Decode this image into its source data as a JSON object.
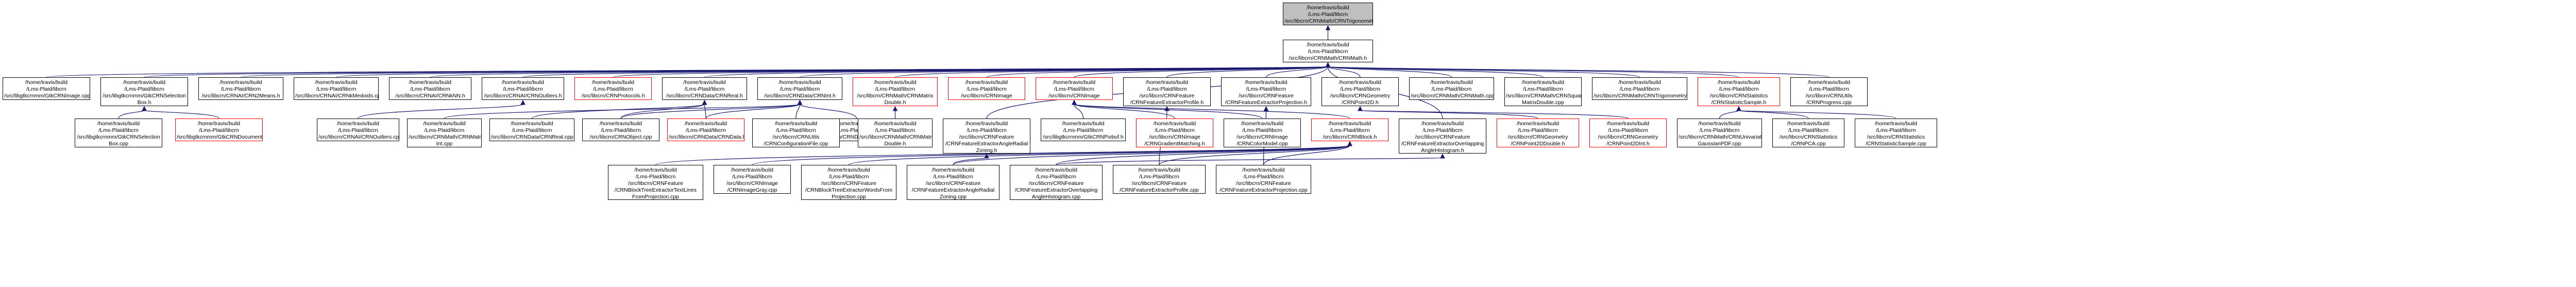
{
  "graph": {
    "root": "/home/travis/build\n/Lms-Plaid/libcrn\n/src/libcrn/CRNMath/CRNTrigonometry.h",
    "math": "/home/travis/build\n/Lms-Plaid/libcrn\n/src/libcrn/CRNMath/CRNMath.h",
    "gdi_image": "/home/travis/build\n/Lms-Plaid/libcrn\n/src/libgtkcrnmm/GtkCRNImage.cpp",
    "gdi_sel_h": "/home/travis/build\n/Lms-Plaid/libcrn\n/src/libgtkcrnmm/GtkCRNSelection\nBox.h",
    "gdi_sel_cpp": "/home/travis/build\n/Lms-Plaid/libcrn\n/src/libgtkcrnmm/GtkCRNSelection\nBox.cpp",
    "gdi_doc": "/home/travis/build\n/Lms-Plaid/libcrn\n/src/libgtkcrnmm/GtkCRNDocument.h",
    "kmeans": "/home/travis/build\n/Lms-Plaid/libcrn\n/src/libcrn/CRNAI/CRN2Means.h",
    "kmedoids": "/home/travis/build\n/Lms-Plaid/libcrn\n/src/libcrn/CRNAI/CRNkMedoids.cpp",
    "knn": "/home/travis/build\n/Lms-Plaid/libcrn\n/src/libcrn/CRNAI/CRNkNN.h",
    "outliers_h": "/home/travis/build\n/Lms-Plaid/libcrn\n/src/libcrn/CRNAI/CRNOutliers.h",
    "outliers_cpp": "/home/travis/build\n/Lms-Plaid/libcrn\n/src/libcrn/CRNAI/CRNOutliers.cpp",
    "protocols": "/home/travis/build\n/Lms-Plaid/libcrn\n/src/libcrn/CRNProtocols.h",
    "real_h": "/home/travis/build\n/Lms-Plaid/libcrn\n/src/libcrn/CRNData/CRNReal.h",
    "real_cpp": "/home/travis/build\n/Lms-Plaid/libcrn\n/src/libcrn/CRNData/CRNReal.cpp",
    "int_h": "/home/travis/build\n/Lms-Plaid/libcrn\n/src/libcrn/CRNData/CRNInt.h",
    "int_cpp": "/home/travis/build\n/Lms-Plaid/libcrn\n/src/libcrn/CRNData/CRNInt.cpp",
    "matrixint": "/home/travis/build\n/Lms-Plaid/libcrn\n/src/libcrn/CRNMath/CRNMatrix\nInt.cpp",
    "object": "/home/travis/build\n/Lms-Plaid/libcrn\n/src/libcrn/CRNObject.cpp",
    "data_h": "/home/travis/build\n/Lms-Plaid/libcrn\n/src/libcrn/CRNData/CRNData.h",
    "configfile": "/home/travis/build\n/Lms-Plaid/libcrn\n/src/libcrn/CRNUtils\n/CRNConfigurationFile.cpp",
    "matrixdouble_h": "/home/travis/build\n/Lms-Plaid/libcrn\n/src/libcrn/CRNMath/CRNMatrix\nDouble.h",
    "matrixdouble_cpp": "/home/travis/build\n/Lms-Plaid/libcrn\n/src/libcrn/CRNMath/CRNMatrix\nDouble.h",
    "pixel_h": "/home/travis/build\n/Lms-Plaid/libcrn\n/src/libcrn/CRNImage\n/CRNPixel.h",
    "angleradial_cpp": "/home/travis/build\n/Lms-Plaid/libcrn\n/src/libcrn/CRNFeature\n/CRNFeatureExtractorAngleRadial\nZoning.h",
    "image_h": "/home/travis/build\n/Lms-Plaid/libcrn\n/src/libcrn/CRNImage\n/CRNImage.h",
    "gdi_pixel": "/home/travis/build\n/Lms-Plaid/libcrn\n/src/libgtkcrnmm/GtkCRNPixbuf.h",
    "gradmatch": "/home/travis/build\n/Lms-Plaid/libcrn\n/src/libcrn/CRNImage\n/CRNGradientMatching.h",
    "colormodel": "/home/travis/build\n/Lms-Plaid/libcrn\n/src/libcrn/CRNImage\n/CRNColorModel.cpp",
    "block_h": "/home/travis/build\n/Lms-Plaid/libcrn\n/src/libcrn/CRNBlock.h",
    "profile_h": "/home/travis/build\n/Lms-Plaid/libcrn\n/src/libcrn/CRNFeature\n/CRNFeatureExtractorProfile.h",
    "overlap_h": "/home/travis/build\n/Lms-Plaid/libcrn\n/src/libcrn/CRNFeature\n/CRNFeatureExtractorOverlapping\nAngleHistogram.h",
    "projection_h": "/home/travis/build\n/Lms-Plaid/libcrn\n/src/libcrn/CRNFeature\n/CRNFeatureExtractorProjection.h",
    "point2d_h": "/home/travis/build\n/Lms-Plaid/libcrn\n/src/libcrn/CRNGeometry\n/CRNPoint2D.h",
    "point2ddouble": "/home/travis/build\n/Lms-Plaid/libcrn\n/src/libcrn/CRNGeometry\n/CRNPoint2DDouble.h",
    "point2dint": "/home/travis/build\n/Lms-Plaid/libcrn\n/src/libcrn/CRNGeometry\n/CRNPoint2DInt.h",
    "mathcpp": "/home/travis/build\n/Lms-Plaid/libcrn\n/src/libcrn/CRNMath/CRNMath.cpp",
    "squarematrix": "/home/travis/build\n/Lms-Plaid/libcrn\n/src/libcrn/CRNMath/CRNSquare\nMatrixDouble.cpp",
    "trigo_cpp": "/home/travis/build\n/Lms-Plaid/libcrn\n/src/libcrn/CRNMath/CRNTrigonometry.cpp",
    "sample_h": "/home/travis/build\n/Lms-Plaid/libcrn\n/src/libcrn/CRNStatistics\n/CRNStatisticSample.h",
    "univariate": "/home/travis/build\n/Lms-Plaid/libcrn\n/src/libcrn/CRNMath/CRNUnivariate\nGaussianPDF.cpp",
    "pca": "/home/travis/build\n/Lms-Plaid/libcrn\n/src/libcrn/CRNStatistics\n/CRNPCA.cpp",
    "sample_cpp": "/home/travis/build\n/Lms-Plaid/libcrn\n/src/libcrn/CRNStatistics\n/CRNStatisticSample.cpp",
    "progress": "/home/travis/build\n/Lms-Plaid/libcrn\n/src/libcrn/CRNUtils\n/CRNProgress.cpp",
    "textlines": "/home/travis/build\n/Lms-Plaid/libcrn\n/src/libcrn/CRNFeature\n/CRNBlockTreeExtractorTextLines\nFromProjection.cpp",
    "imagegray": "/home/travis/build\n/Lms-Plaid/libcrn\n/src/libcrn/CRNImage\n/CRNImageGray.cpp",
    "wordsfrom": "/home/travis/build\n/Lms-Plaid/libcrn\n/src/libcrn/CRNFeature\n/CRNBlockTreeExtractorWordsFrom\nProjection.cpp",
    "angleradial2": "/home/travis/build\n/Lms-Plaid/libcrn\n/src/libcrn/CRNFeature\n/CRNFeatureExtractorAngleRadial\nZoning.cpp",
    "overlap_cpp": "/home/travis/build\n/Lms-Plaid/libcrn\n/src/libcrn/CRNFeature\n/CRNFeatureExtractorOverlapping\nAngleHistogram.cpp",
    "profile_cpp": "/home/travis/build\n/Lms-Plaid/libcrn\n/src/libcrn/CRNFeature\n/CRNFeatureExtractorProfile.cpp",
    "projection_cpp": "/home/travis/build\n/Lms-Plaid/libcrn\n/src/libcrn/CRNFeature\n/CRNFeatureExtractorProjection.cpp"
  },
  "colors": {
    "edge": "#191970",
    "node_border": "#000000",
    "red_border": "#ff0000",
    "root_fill": "#bfbfbf"
  }
}
